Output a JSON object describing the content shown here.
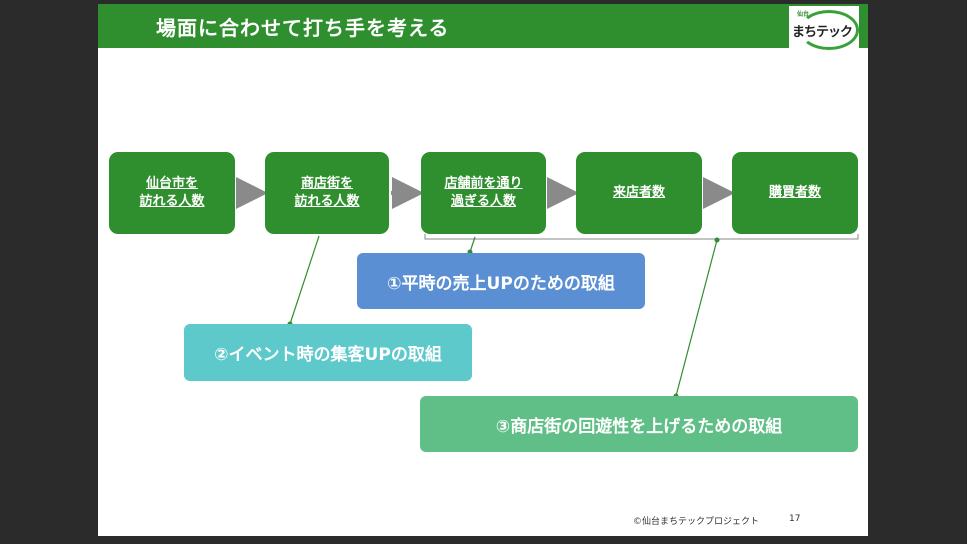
{
  "header": {
    "title": "場面に合わせて打ち手を考える"
  },
  "logo": {
    "small": "仙台",
    "text": "まちテック"
  },
  "flow": [
    {
      "label": "仙台市を\n訪れる人数"
    },
    {
      "label": "商店街を\n訪れる人数"
    },
    {
      "label": "店舗前を通り\n過ぎる人数"
    },
    {
      "label": "来店者数"
    },
    {
      "label": "購買者数"
    }
  ],
  "callouts": {
    "one": "①平時の売上UPのための取組",
    "two": "②イベント時の集客UPの取組",
    "three": "③商店街の回遊性を上げるための取組"
  },
  "colors": {
    "header": "#2f8f2f",
    "box": "#2f8f2f",
    "callout_one": "#5b8fd4",
    "callout_two": "#5ec9cb",
    "callout_three": "#5fbf86"
  },
  "footer": {
    "copyright": "©仙台まちテックプロジェクト",
    "page": "17"
  }
}
